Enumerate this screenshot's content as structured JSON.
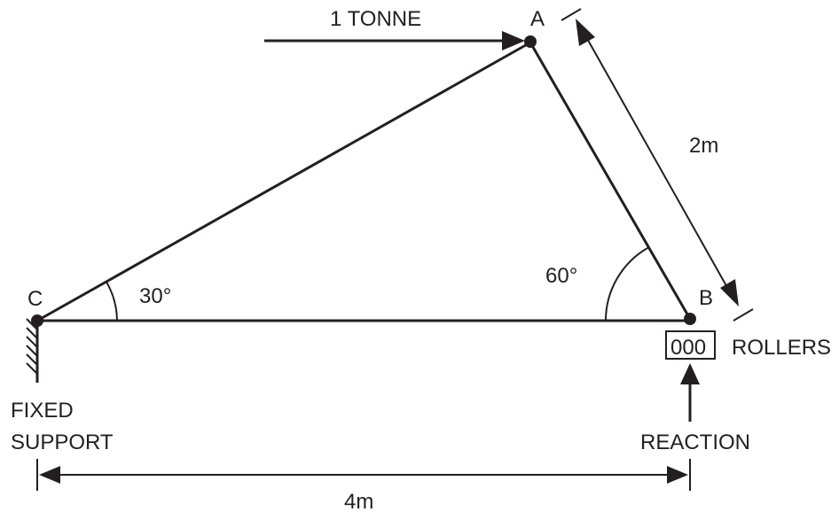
{
  "nodes": {
    "a": "A",
    "b": "B",
    "c": "C"
  },
  "labels": {
    "load": "1 TONNE",
    "length_ab": "2m",
    "length_cb": "4m",
    "angle_c": "30°",
    "angle_b": "60°",
    "rollers_box": "000",
    "rollers": "ROLLERS",
    "fixed_line1": "FIXED",
    "fixed_line2": "SUPPORT",
    "reaction": "REACTION"
  }
}
